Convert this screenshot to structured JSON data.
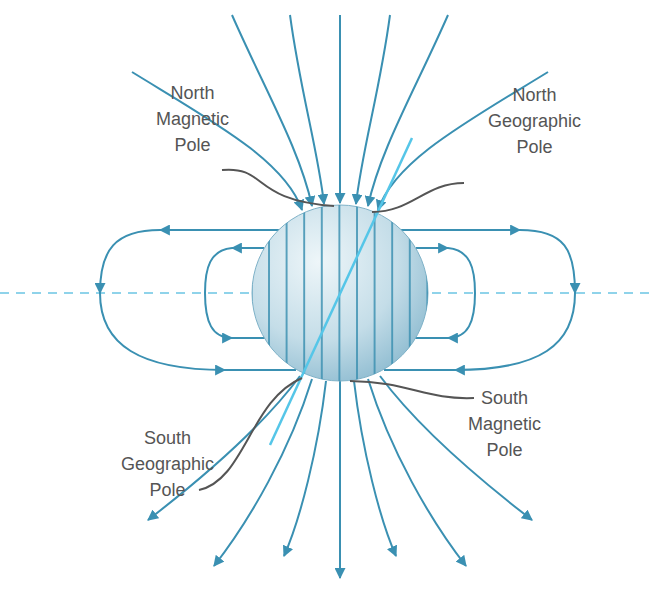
{
  "diagram": {
    "labels": [
      "North Magnetic Pole",
      "North Geographic Pole",
      "South Geographic Pole",
      "South Magnetic Pole"
    ]
  }
}
